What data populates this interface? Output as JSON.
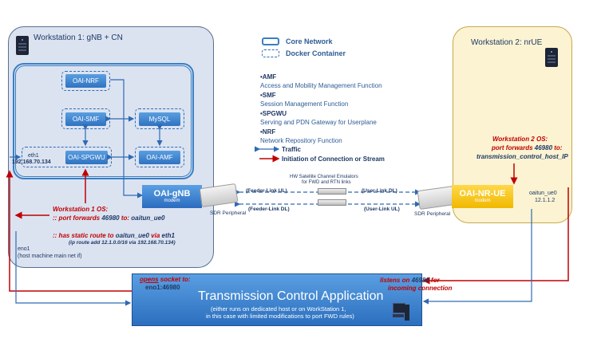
{
  "workstation1": {
    "title": "Workstation 1: gNB + CN"
  },
  "workstation2": {
    "title": "Workstation 2: nrUE"
  },
  "legend": {
    "core_network": "Core Network",
    "docker_container": "Docker Container",
    "amf_key": "•AMF",
    "amf_desc": "Access and Mobility Management Function",
    "smf_key": "•SMF",
    "smf_desc": "Session Management Function",
    "spgwu_key": "•SPGWU",
    "spgwu_desc": "Serving and PDN  Gateway for Userplane",
    "nrf_key": "•NRF",
    "nrf_desc": "Network Repository Function",
    "traffic": "Traffic",
    "initiation": "Initiation of Connection or Stream"
  },
  "nfs": {
    "nrf": "OAI-NRF",
    "smf": "OAI-SMF",
    "mysql": "MySQL",
    "spgwu": "OAI-SPGWU",
    "amf": "OAI-AMF"
  },
  "eth1": {
    "name": "eth1",
    "ip": "192.168.70.134"
  },
  "gnb": {
    "title": "OAI-gNB",
    "subtitle": "modem"
  },
  "nrue": {
    "title": "OAI-NR-UE",
    "subtitle": "modem"
  },
  "sdr": {
    "left": "SDR Peripheral",
    "right": "SDR Peripheral"
  },
  "channel_emulator": {
    "line1": "HW Satellite Channel Emulators",
    "line2": "for FWD and RTN links"
  },
  "links": {
    "feeder_ul": "(Feeder-Link UL)",
    "user_dl": "(User-Link DL)",
    "feeder_dl": "(Feeder-Link DL)",
    "user_ul": "(User-Link UL)"
  },
  "oaitun": {
    "name": "oaitun_ue0",
    "ip": "12.1.1.2"
  },
  "ws1_os": {
    "label": "Workstation 1 OS:",
    "pf_pre": ":: port forwards ",
    "pf_port": "46980",
    "pf_mid": " to: ",
    "pf_target": "oaitun_ue0",
    "route_pre": ":: has static route to ",
    "route_target": "oaitun_ue0",
    "route_mid": " via ",
    "route_if": "eth1",
    "route_cmd": "(ip route add 12.1.0.0/16 via 192.168.70.134)"
  },
  "eno1": {
    "name": "eno1",
    "desc": "(host machine main net if)"
  },
  "ws2_os": {
    "label": "Workstation 2 OS:",
    "pf_pre": "port forwards ",
    "pf_port": "46980",
    "pf_mid": " to:",
    "pf_target": "transmission_control_host_IP"
  },
  "tca": {
    "title": "Transmission Control Application",
    "desc1": "(either runs on dedicated host or on WorkStation 1,",
    "desc2": "in this case with limited modifications to port FWD rules)",
    "opens": "opens",
    "socket_to": " socket to:",
    "socket_addr": "eno1:46980",
    "listens_pre": "listens on ",
    "listens_port": "46980",
    "listens_post": " for",
    "incoming": "incoming connection"
  },
  "colors": {
    "red": "#c00000",
    "blue": "#2f6ab3",
    "gold": "#f5c200",
    "nf_blue": "#3b82d0"
  }
}
